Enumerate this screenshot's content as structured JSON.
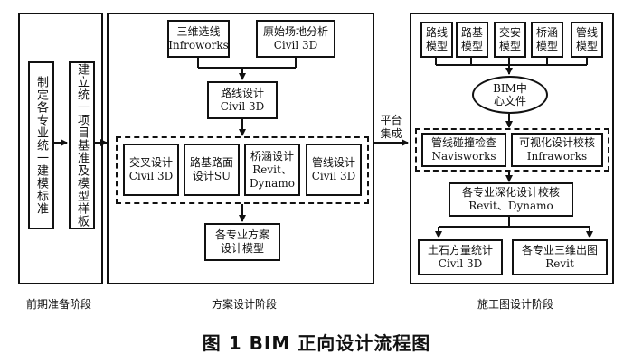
{
  "phases": {
    "prelim": "前期准备阶段",
    "scheme": "方案设计阶段",
    "construction": "施工图设计阶段"
  },
  "prelim_boxes": {
    "standards": "制定各专业统一建模标准",
    "template": "建立统一项目基准及模型样板"
  },
  "scheme": {
    "route_select": [
      "三维选线",
      "Infroworks"
    ],
    "site_analysis": [
      "原始场地分析",
      "Civil 3D"
    ],
    "route_design": [
      "路线设计",
      "Civil 3D"
    ],
    "intersection": [
      "交叉设计",
      "Civil 3D"
    ],
    "subgrade": [
      "路基路面",
      "设计SU"
    ],
    "bridge": [
      "桥涵设计",
      "Revit、",
      "Dynamo"
    ],
    "pipeline": [
      "管线设计",
      "Civil 3D"
    ],
    "scheme_model": [
      "各专业方案",
      "设计模型"
    ]
  },
  "platform_label": [
    "平台",
    "集成"
  ],
  "construction": {
    "models": [
      [
        "路线",
        "模型"
      ],
      [
        "路基",
        "模型"
      ],
      [
        "交安",
        "模型"
      ],
      [
        "桥涵",
        "模型"
      ],
      [
        "管线",
        "模型"
      ]
    ],
    "center_file": [
      "BIM中",
      "心文件"
    ],
    "clash": [
      "管线碰撞检查",
      "Navisworks"
    ],
    "visual": [
      "可视化设计校核",
      "Infraworks"
    ],
    "deepen": [
      "各专业深化设计校核",
      "Revit、Dynamo"
    ],
    "earthwork": [
      "土石方量统计",
      "Civil 3D"
    ],
    "drawings": [
      "各专业三维出图",
      "Revit"
    ]
  },
  "caption": "图 1   BIM 正向设计流程图"
}
